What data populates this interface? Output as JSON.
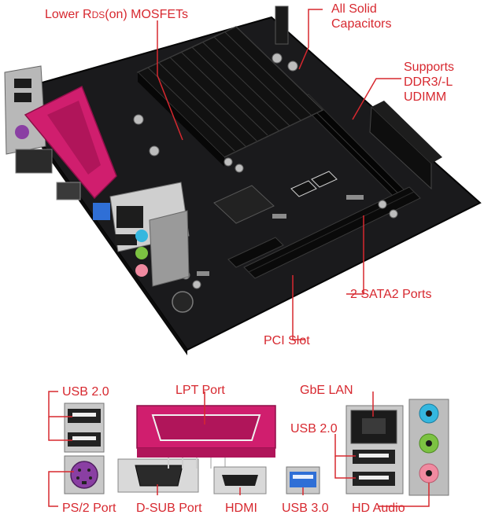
{
  "top_callouts": {
    "mosfet": {
      "prefix": "Lower R",
      "sub": "DS",
      "suffix": "(on) MOSFETs"
    },
    "capacitors": [
      "All Solid",
      "Capacitors"
    ],
    "ddr": [
      "Supports",
      "DDR3/-L",
      "UDIMM"
    ],
    "sata": "2 SATA2 Ports",
    "pci": "PCI Slot"
  },
  "io_callouts": {
    "usb2_left": "USB 2.0",
    "lpt": "LPT Port",
    "gbe": "GbE LAN",
    "usb2_right": "USB 2.0",
    "ps2": "PS/2 Port",
    "dsub": "D-SUB Port",
    "hdmi": "HDMI",
    "usb3": "USB 3.0",
    "audio": "HD Audio"
  },
  "colors": {
    "label": "#d7282f",
    "pcb": "#1a1a1c",
    "heatsink": "#111111",
    "lpt_port": "#d01e6e",
    "ps2_port": "#8a3fa3",
    "usb3_port": "#2f6fd6",
    "audio_blue": "#35b7df",
    "audio_green": "#7cc242",
    "audio_pink": "#f08aa0"
  }
}
